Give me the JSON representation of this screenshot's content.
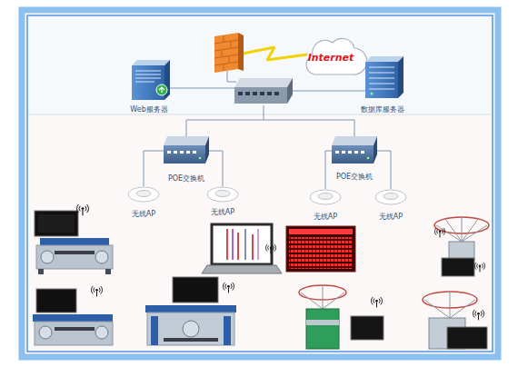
{
  "diagram": {
    "nodes": [
      {
        "text": [
          "Internet"
        ]
      },
      {
        "text": [
          "Web服务器"
        ]
      },
      {
        "text": [
          "数据库服务器"
        ]
      },
      {
        "text": [
          "POE交换机"
        ]
      },
      {
        "text": [
          "POE交换机"
        ]
      },
      {
        "text": [
          "无线AP"
        ]
      },
      {
        "text": [
          "无线AP"
        ]
      },
      {
        "text": [
          "无线AP"
        ]
      },
      {
        "text": [
          "无线AP"
        ]
      }
    ],
    "edges": [
      {
        "from": 3,
        "to": 5,
        "arrow": "none"
      },
      {
        "from": 3,
        "to": 6,
        "arrow": "none"
      },
      {
        "from": 4,
        "to": 7,
        "arrow": "none"
      },
      {
        "from": 4,
        "to": 8,
        "arrow": "none"
      }
    ]
  }
}
